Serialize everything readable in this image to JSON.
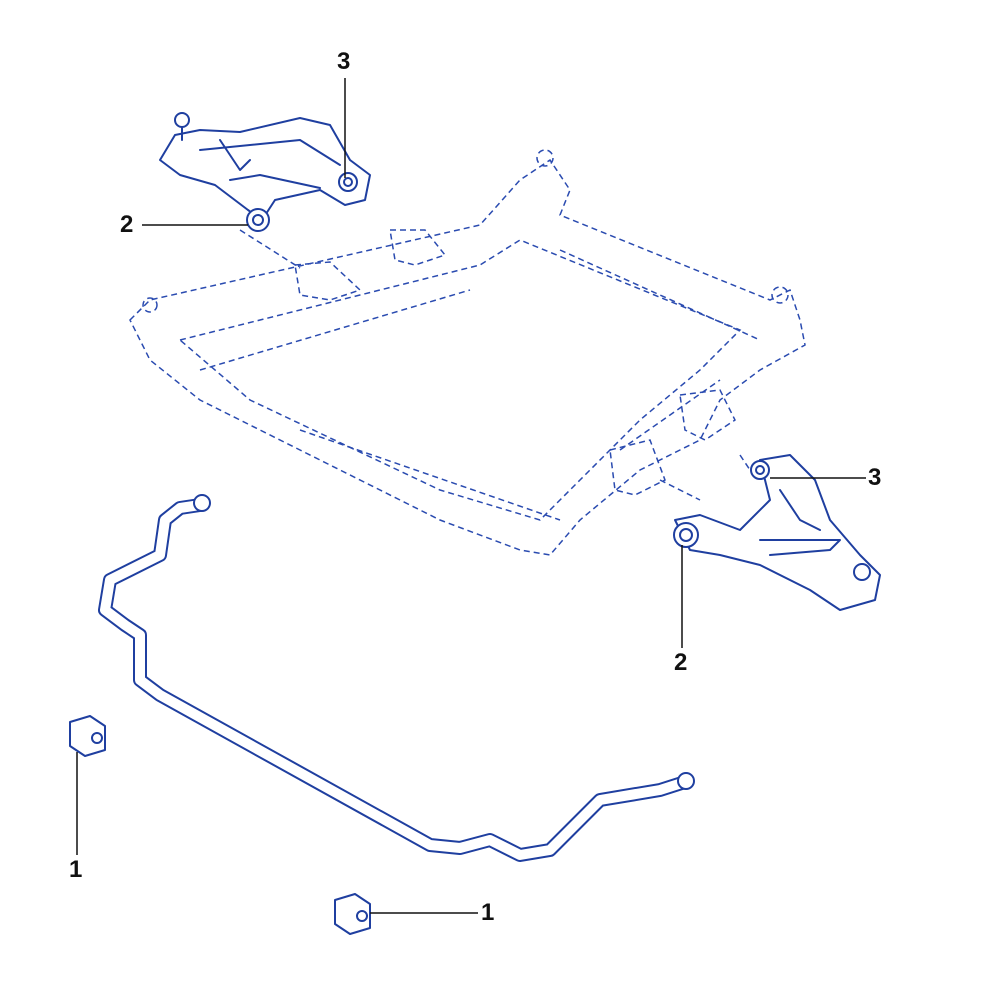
{
  "callouts": {
    "stabilizer_bushing_left": "1",
    "stabilizer_bushing_right": "1",
    "arm_front_bushing_left": "2",
    "arm_front_bushing_right": "2",
    "arm_rear_bushing_left": "3",
    "arm_rear_bushing_right": "3"
  },
  "colors": {
    "line": "#1f3fa0",
    "label": "#111111"
  }
}
